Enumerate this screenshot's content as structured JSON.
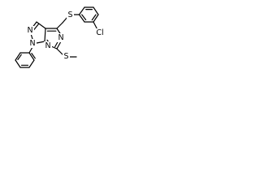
{
  "molecule": {
    "labels": {
      "s_thioether": "S",
      "cl": "Cl",
      "n_pyrazole_upper": "N",
      "n_pyrazole_lower": "N",
      "n_pyrimidine_upper": "N",
      "n_pyrimidine_lower": "N",
      "s_methylthio": "S"
    }
  }
}
